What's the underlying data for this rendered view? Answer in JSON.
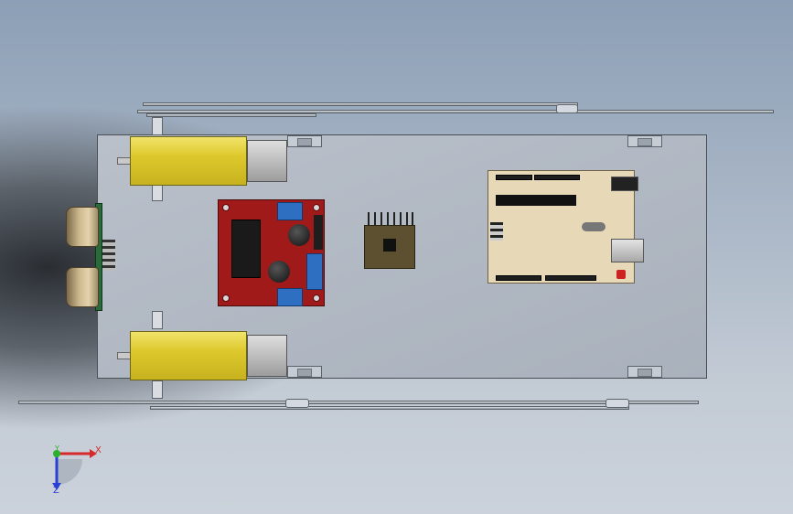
{
  "viewport": {
    "triad": {
      "x_label": "X",
      "y_label": "Y",
      "z_label": "Z"
    }
  },
  "colors": {
    "background_top": "#8c9fb6",
    "plate": "#b9c0ca",
    "motor_yellow": "#ddc92c",
    "l298n_red": "#a11a1a",
    "terminal_blue": "#2f6fc2",
    "imu_board": "#5d5030",
    "arduino_board": "#e7d8b8",
    "axis_x": "#d42a2a",
    "axis_y": "#2ab02a",
    "axis_z": "#2a3fd4"
  },
  "components": [
    {
      "name": "chassis-plate",
      "icon": "plate-shape"
    },
    {
      "name": "dc-gear-motor-top",
      "icon": "motor-shape"
    },
    {
      "name": "dc-gear-motor-bottom",
      "icon": "motor-shape"
    },
    {
      "name": "ultrasonic-sensor",
      "icon": "sonar-shape"
    },
    {
      "name": "l298n-driver",
      "icon": "driver-board-shape"
    },
    {
      "name": "imu-module",
      "icon": "sensor-board-shape"
    },
    {
      "name": "arduino-uno",
      "icon": "microcontroller-shape"
    }
  ]
}
